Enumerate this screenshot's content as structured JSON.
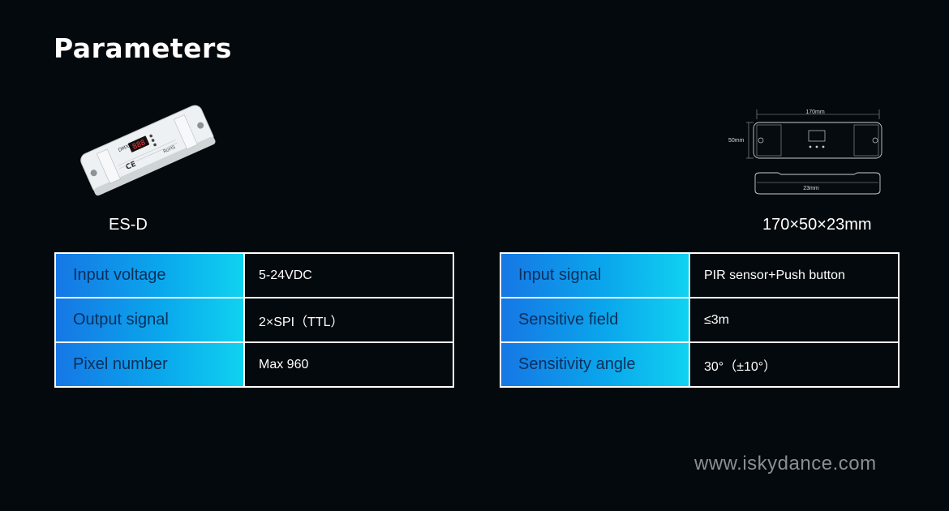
{
  "page": {
    "title": "Parameters",
    "website": "www.iskydance.com"
  },
  "product": {
    "model": "ES-D",
    "device_label": "DMX",
    "display_digits": "888",
    "ce_mark": "CE",
    "rohs_mark": "RoHS"
  },
  "dimensions": {
    "label": "170×50×23mm",
    "length": "170mm",
    "width": "50mm",
    "height": "23mm"
  },
  "specs_left": [
    {
      "key": "Input voltage",
      "value": "5-24VDC"
    },
    {
      "key": "Output signal",
      "value": "2×SPI（TTL）"
    },
    {
      "key": "Pixel number",
      "value": "Max 960"
    }
  ],
  "specs_right": [
    {
      "key": "Input signal",
      "value": "PIR sensor+Push button"
    },
    {
      "key": "Sensitive field",
      "value": "≤3m"
    },
    {
      "key": "Sensitivity angle",
      "value": "30°（±10°）"
    }
  ],
  "colors": {
    "background": "#03090c",
    "key_gradient_start": "#1677e5",
    "key_gradient_end": "#10d2f0",
    "key_text": "#0b2f5a",
    "border": "#ffffff",
    "website_text": "#8a8f92"
  }
}
